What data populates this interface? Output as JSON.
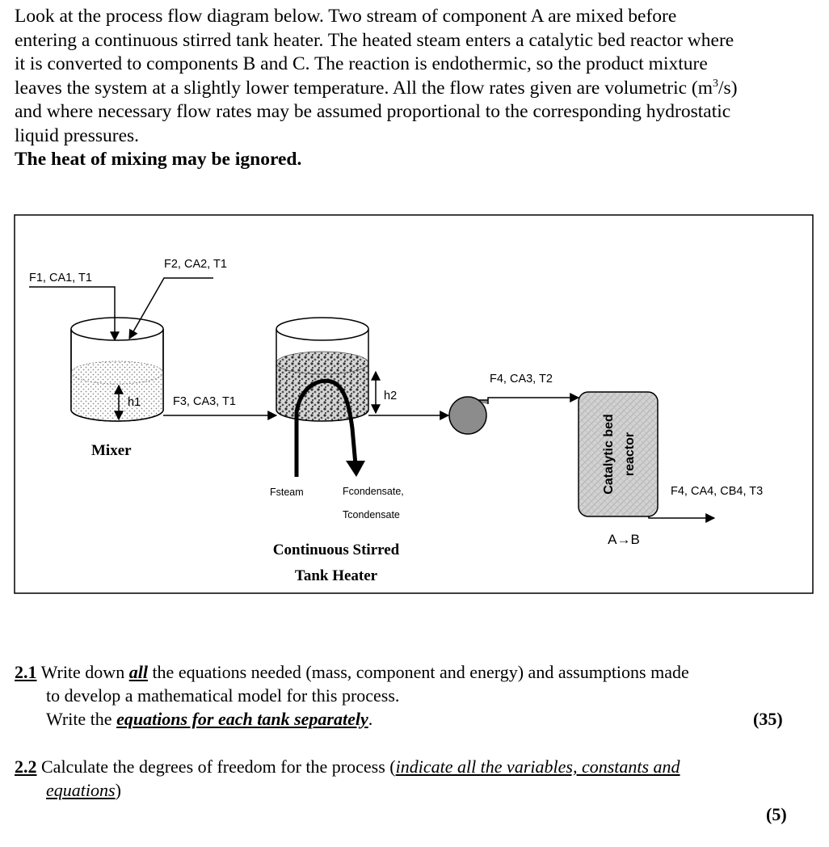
{
  "intro": {
    "line1": "Look at the process flow diagram below.  Two stream of component A are mixed before",
    "line2": "entering a continuous stirred tank heater.  The heated steam enters a catalytic bed reactor where",
    "line3": "it is converted to components B and C.  The reaction is endothermic, so the product mixture",
    "line4": "leaves the system at a slightly lower temperature.  All the flow rates given are volumetric (m",
    "line4_sup": "3",
    "line4_end": "/s)",
    "line5": "and where necessary flow rates may be assumed proportional to the corresponding hydrostatic",
    "line6": "liquid pressures.",
    "bold_note": "The heat of mixing may be ignored."
  },
  "diagram": {
    "stream1": "F1, CA1, T1",
    "stream2": "F2, CA2, T1",
    "stream3": "F3, CA3, T1",
    "stream4_in": "F4, CA3, T2",
    "stream4_out": "F4, CA4, CB4, T3",
    "h1": "h1",
    "h2": "h2",
    "mixer_label": "Mixer",
    "steam_label": "Fsteam",
    "condensate_flow": "Fcondensate,",
    "condensate_temp": "Tcondensate",
    "heater_label_line1": "Continuous Stirred",
    "heater_label_line2": "Tank Heater",
    "reactor_label_line1": "Catalytic bed",
    "reactor_label_line2": "reactor",
    "reaction": "A→B"
  },
  "questions": {
    "q1": {
      "number": "2.1",
      "text_a": "Write down ",
      "text_all": "all",
      "text_b": " the equations needed (mass, component and energy) and assumptions made",
      "line2": "to develop a mathematical model for this process.",
      "line3_a": "Write the ",
      "line3_emph": "equations for each tank separately",
      "line3_b": ".",
      "marks": "(35)"
    },
    "q2": {
      "number": "2.2",
      "text_a": "Calculate the degrees of freedom for the process (",
      "text_u": "indicate all the variables, constants and",
      "line2_u": "equations",
      "line2_b": ")",
      "marks": "(5)"
    }
  }
}
